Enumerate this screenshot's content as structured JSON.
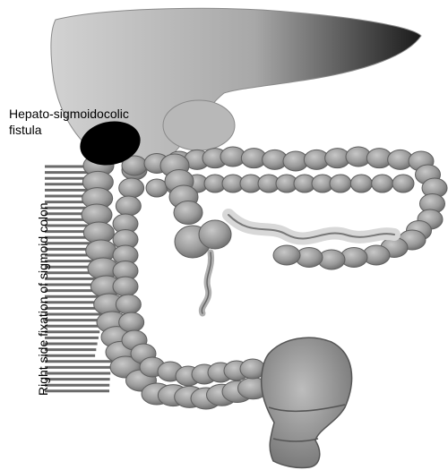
{
  "labels": {
    "fistula_line1": "Hepato-sigmoidocolic",
    "fistula_line2": "fistula",
    "fixation": "Right side fixation of sigmoid colon"
  },
  "colors": {
    "colon_fill": "#9a9a9a",
    "colon_light": "#c8c8c8",
    "colon_dark": "#5e5e5e",
    "liver_light": "#cfcfcf",
    "liver_dark": "#1e1e1e",
    "fistula": "#000000",
    "fixation_lines": "#6a6a6a"
  }
}
